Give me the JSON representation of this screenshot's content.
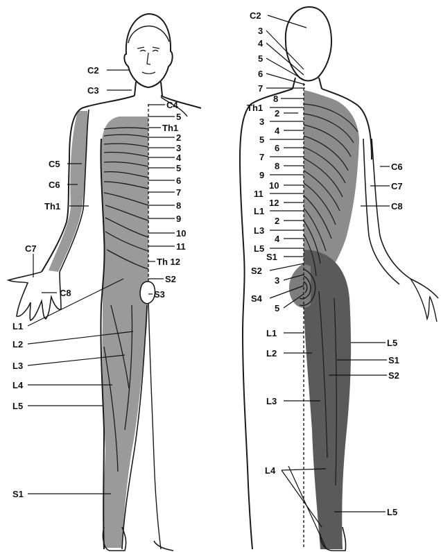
{
  "colors": {
    "background": "#ffffff",
    "outline": "#1a1a1a",
    "front_shade": "#9a9a9a",
    "back_shade": "#7d7d7d",
    "back_shade_dark": "#5a5a5a",
    "skin": "#ffffff"
  },
  "front": {
    "labels": [
      "C2",
      "C3",
      "C4",
      "5",
      "Th1",
      "2",
      "3",
      "4",
      "5",
      "6",
      "7",
      "8",
      "9",
      "10",
      "11",
      "Th 12",
      "S2",
      "S3",
      "C5",
      "C6",
      "Th1",
      "C7",
      "C8",
      "L1",
      "L2",
      "L3",
      "L4",
      "L5",
      "S1"
    ]
  },
  "back": {
    "labels": [
      "C2",
      "3",
      "4",
      "5",
      "6",
      "7",
      "8",
      "Th1",
      "2",
      "3",
      "4",
      "5",
      "6",
      "7",
      "8",
      "9",
      "10",
      "11",
      "12",
      "L1",
      "2",
      "L3",
      "4",
      "L5",
      "S1",
      "S2",
      "3",
      "S4",
      "5",
      "L1",
      "L2",
      "L3",
      "L4",
      "C6",
      "C7",
      "C8",
      "L5",
      "S1",
      "S2",
      "L5"
    ]
  }
}
